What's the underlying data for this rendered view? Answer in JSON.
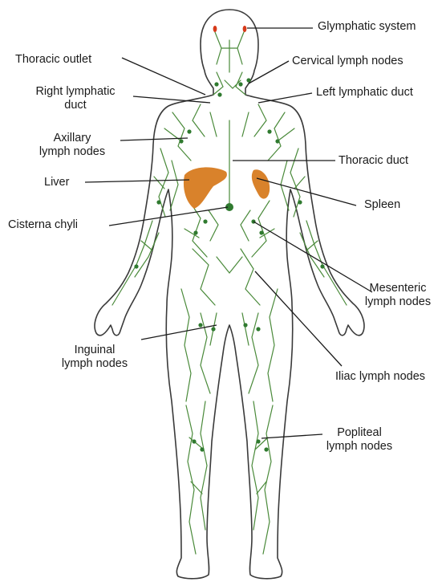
{
  "labels": {
    "glymphatic": "Glymphatic system",
    "thoracic_outlet": "Thoracic outlet",
    "cervical": "Cervical lymph nodes",
    "right_duct_1": "Right lymphatic",
    "right_duct_2": "duct",
    "left_duct": "Left lymphatic duct",
    "axillary_1": "Axillary",
    "axillary_2": "lymph nodes",
    "thoracic_duct": "Thoracic duct",
    "liver": "Liver",
    "spleen": "Spleen",
    "cisterna": "Cisterna chyli",
    "mesenteric_1": "Mesenteric",
    "mesenteric_2": "lymph nodes",
    "inguinal_1": "Inguinal",
    "inguinal_2": "lymph nodes",
    "iliac": "Iliac lymph nodes",
    "popliteal_1": "Popliteal",
    "popliteal_2": "lymph nodes"
  },
  "colors": {
    "outline": "#3a3a3a",
    "vessel": "#4a8a3a",
    "node": "#2f7a2f",
    "organ": "#d9822b",
    "glymphatic": "#d63a1a",
    "leader": "#1a1a1a"
  }
}
